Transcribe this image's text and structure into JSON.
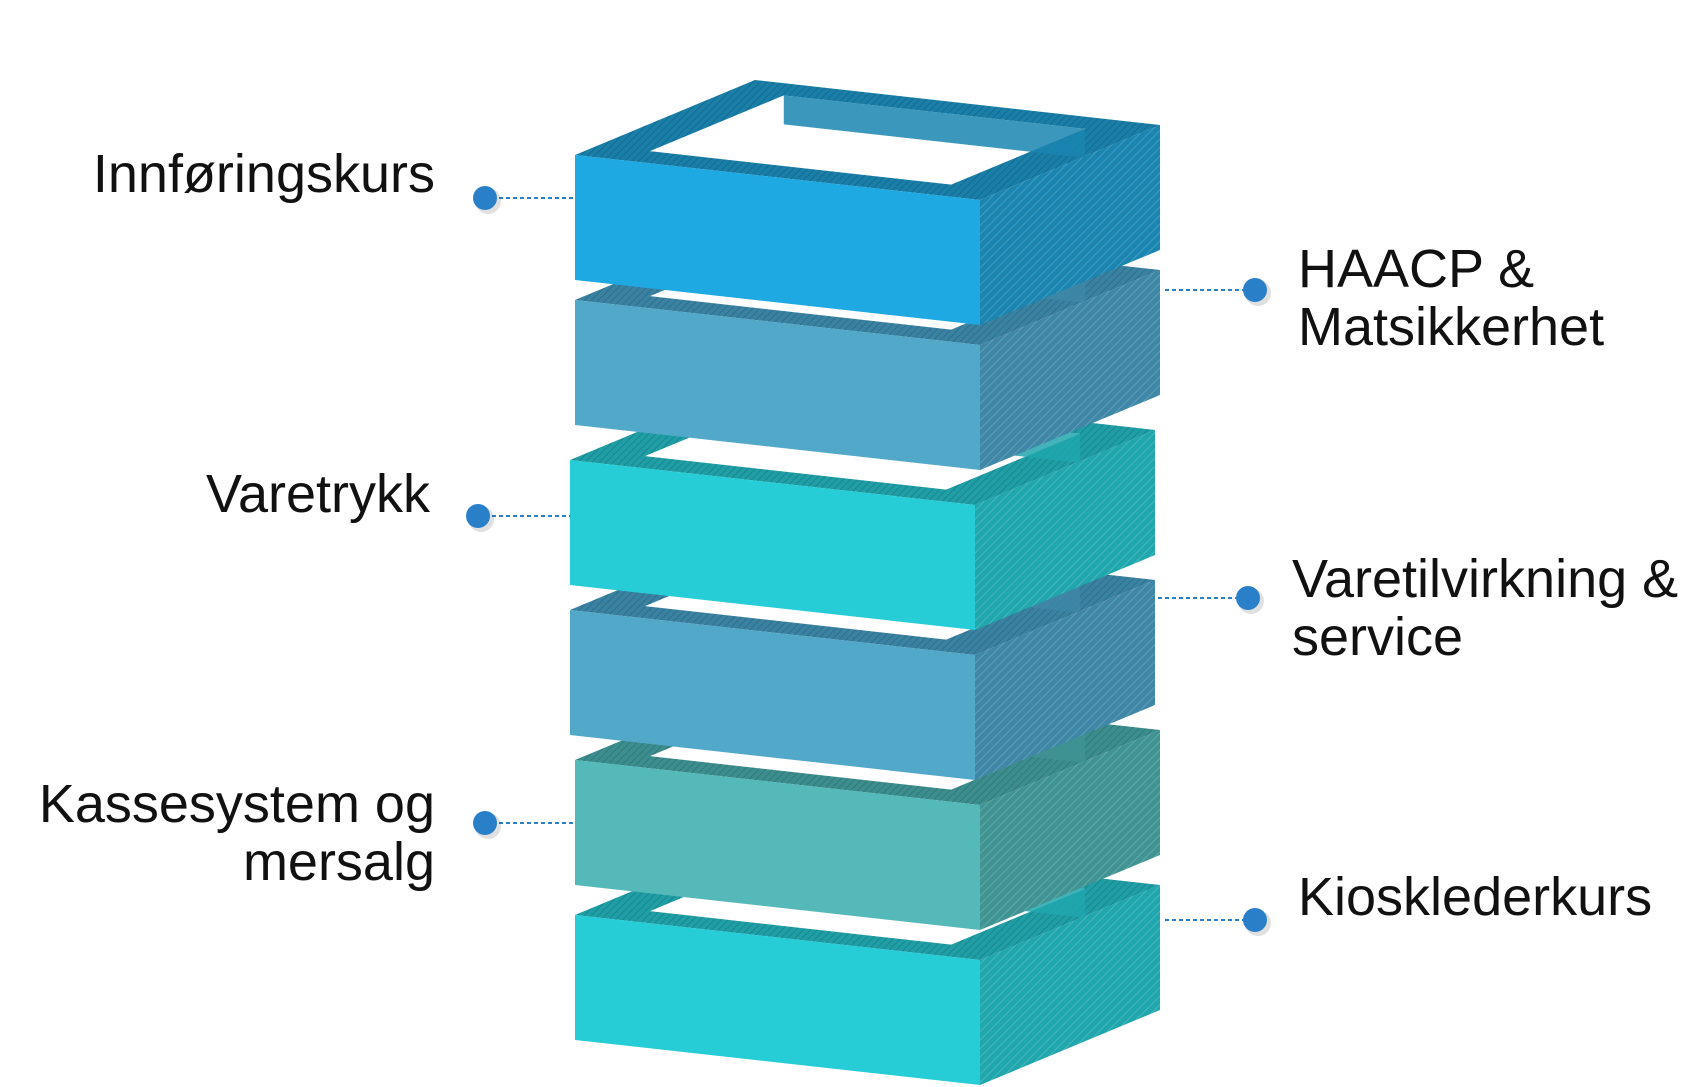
{
  "layers": [
    {
      "id": "l1",
      "color": "#1fa9e2",
      "side": "#1a85b0",
      "top": "#197ea8",
      "label_lines": [
        "Innføringskurs"
      ],
      "label_side": "left"
    },
    {
      "id": "l2",
      "color": "#52a8c9",
      "side": "#3f87a7",
      "top": "#3a82a2",
      "label_lines": [
        "HAACP &",
        "Matsikkerhet"
      ],
      "label_side": "right"
    },
    {
      "id": "l3",
      "color": "#27cdd6",
      "side": "#20a6ad",
      "top": "#1f9ea6",
      "label_lines": [
        "Varetrykk"
      ],
      "label_side": "left"
    },
    {
      "id": "l4",
      "color": "#52a8c9",
      "side": "#3f87a7",
      "top": "#3a82a2",
      "label_lines": [
        "Varetilvirkning &",
        "service"
      ],
      "label_side": "right"
    },
    {
      "id": "l5",
      "color": "#54b9b8",
      "side": "#3f9493",
      "top": "#3b8e8d",
      "label_lines": [
        "Kassesystem og",
        "mersalg"
      ],
      "label_side": "left"
    },
    {
      "id": "l6",
      "color": "#27cdd6",
      "side": "#20a6ad",
      "top": "#1f9ea6",
      "label_lines": [
        "Kioskleder­kurs"
      ],
      "label_side": "right"
    }
  ],
  "connector_color": "#2a7fc9"
}
